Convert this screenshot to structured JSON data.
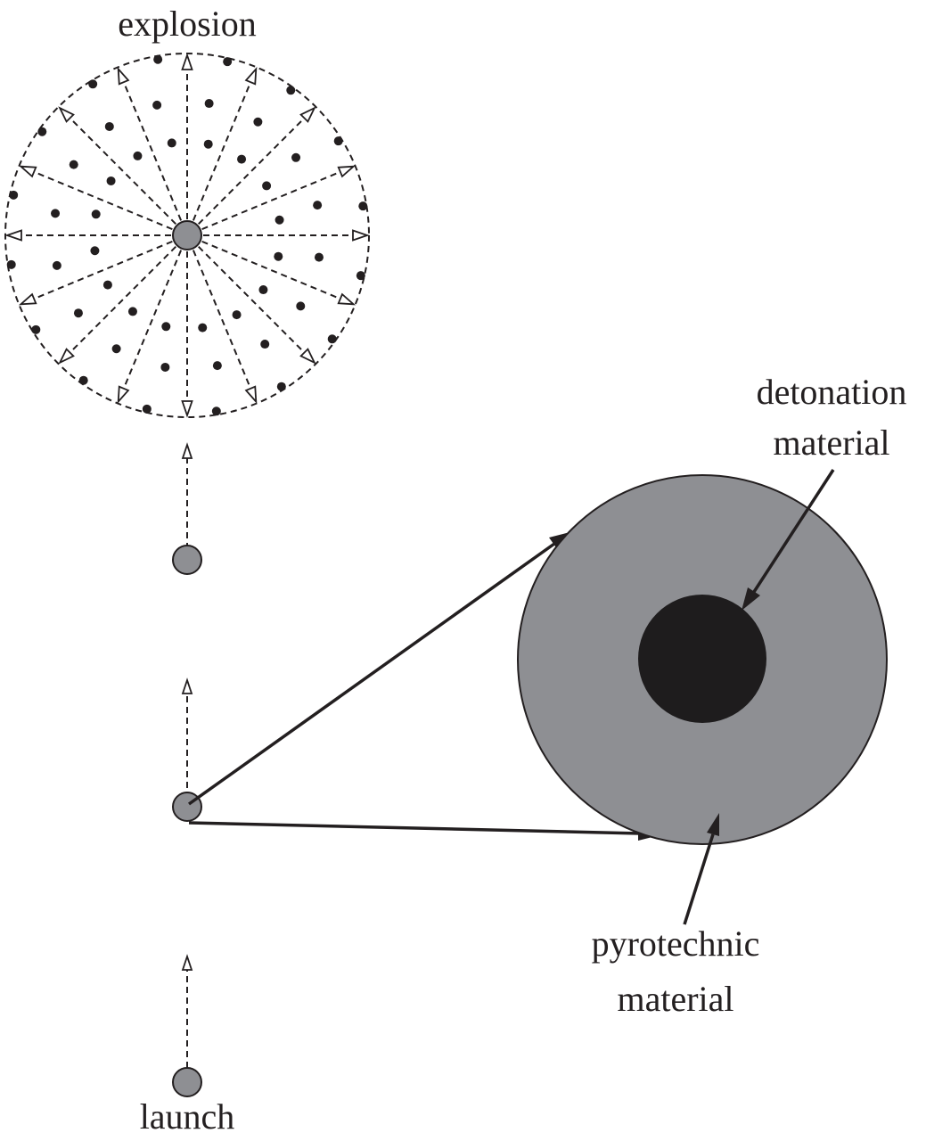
{
  "labels": {
    "explosion": "explosion",
    "launch": "launch",
    "detonation_line1": "detonation",
    "detonation_line2": "material",
    "pyrotechnic_line1": "pyrotechnic",
    "pyrotechnic_line2": "material"
  },
  "colors": {
    "ink": "#231f20",
    "shell_fill": "#8e8f93",
    "core_fill": "#1e1c1d",
    "background": "#ffffff"
  }
}
